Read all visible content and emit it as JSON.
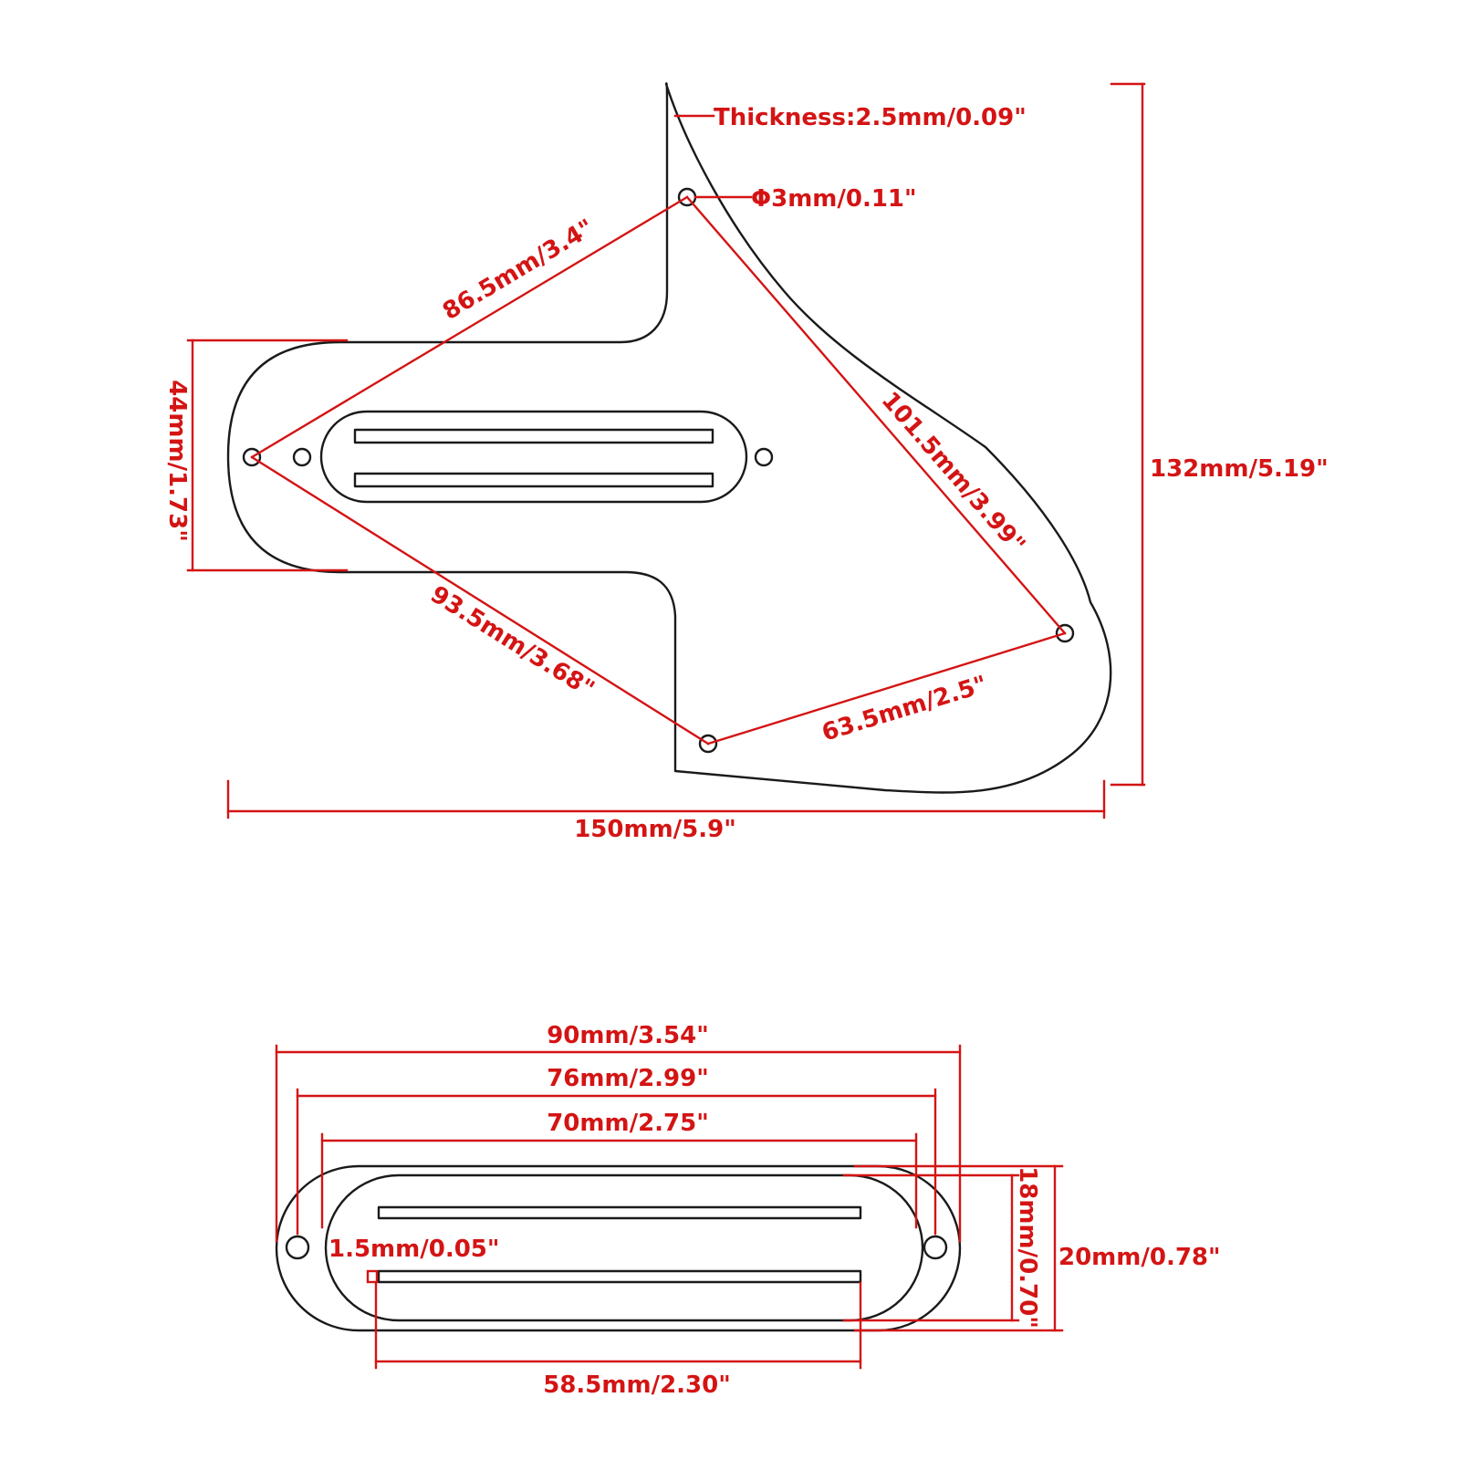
{
  "pickguard": {
    "thickness": "Thickness:2.5mm/0.09\"",
    "hole_diameter": "Φ3mm/0.11\"",
    "dist_left_top": "86.5mm/3.4\"",
    "dist_top_right": "101.5mm/3.99\"",
    "dist_left_bottom": "93.5mm/3.68\"",
    "dist_bottom_right": "63.5mm/2.5\"",
    "height_tab": "44mm/1.73\"",
    "total_height": "132mm/5.19\"",
    "total_width": "150mm/5.9\""
  },
  "pickup": {
    "outer_width": "90mm/3.54\"",
    "hole_spacing": "76mm/2.99\"",
    "inner_width": "70mm/2.75\"",
    "rail_width": "58.5mm/2.30\"",
    "rail_thickness": "1.5mm/0.05\"",
    "inner_height": "18mm/0.70\"",
    "outer_height": "20mm/0.78\""
  }
}
